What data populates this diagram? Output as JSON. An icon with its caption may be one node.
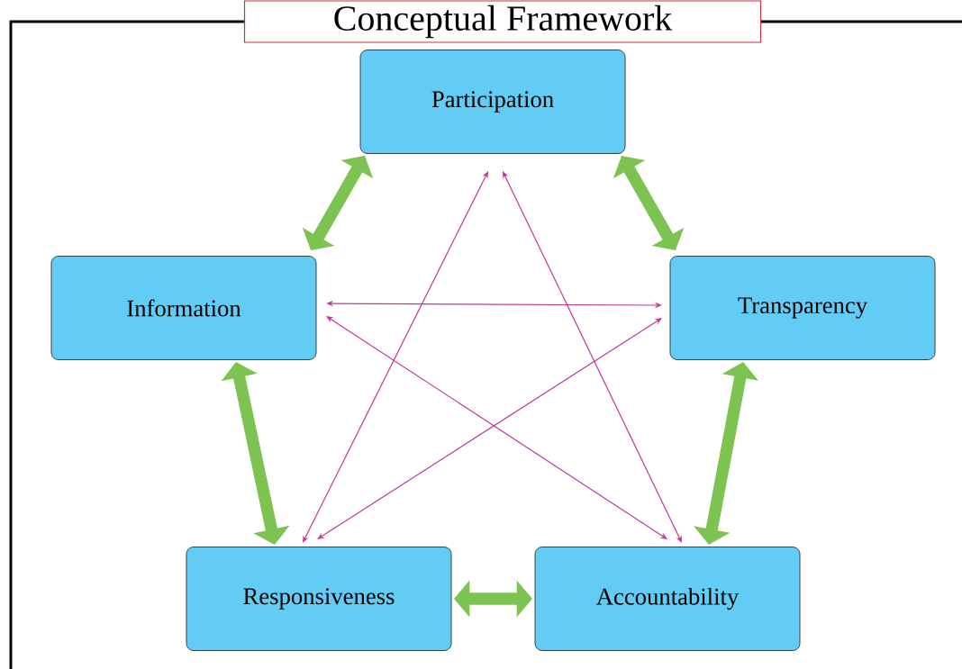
{
  "diagram": {
    "title": "Conceptual Framework",
    "nodes": [
      {
        "text": [
          "Participation"
        ]
      },
      {
        "text": [
          "Information"
        ]
      },
      {
        "text": [
          "Transparency"
        ]
      },
      {
        "text": [
          "Responsiveness"
        ]
      },
      {
        "text": [
          "Accountability"
        ]
      }
    ],
    "edges": [
      {
        "from": 0,
        "to": 1,
        "arrow": "both",
        "style": "thick",
        "color": "#7dc352"
      },
      {
        "from": 0,
        "to": 2,
        "arrow": "both",
        "style": "thick",
        "color": "#7dc352"
      },
      {
        "from": 1,
        "to": 3,
        "arrow": "both",
        "style": "thick",
        "color": "#7dc352"
      },
      {
        "from": 2,
        "to": 4,
        "arrow": "both",
        "style": "thick",
        "color": "#7dc352"
      },
      {
        "from": 3,
        "to": 4,
        "arrow": "both",
        "style": "thick",
        "color": "#7dc352"
      },
      {
        "from": 0,
        "to": 3,
        "arrow": "both",
        "color": "#c0399a"
      },
      {
        "from": 0,
        "to": 4,
        "arrow": "both",
        "color": "#c0399a"
      },
      {
        "from": 1,
        "to": 2,
        "arrow": "both",
        "color": "#c0399a"
      },
      {
        "from": 1,
        "to": 4,
        "arrow": "both",
        "color": "#c0399a"
      },
      {
        "from": 2,
        "to": 3,
        "arrow": "both",
        "color": "#c0399a"
      }
    ]
  }
}
